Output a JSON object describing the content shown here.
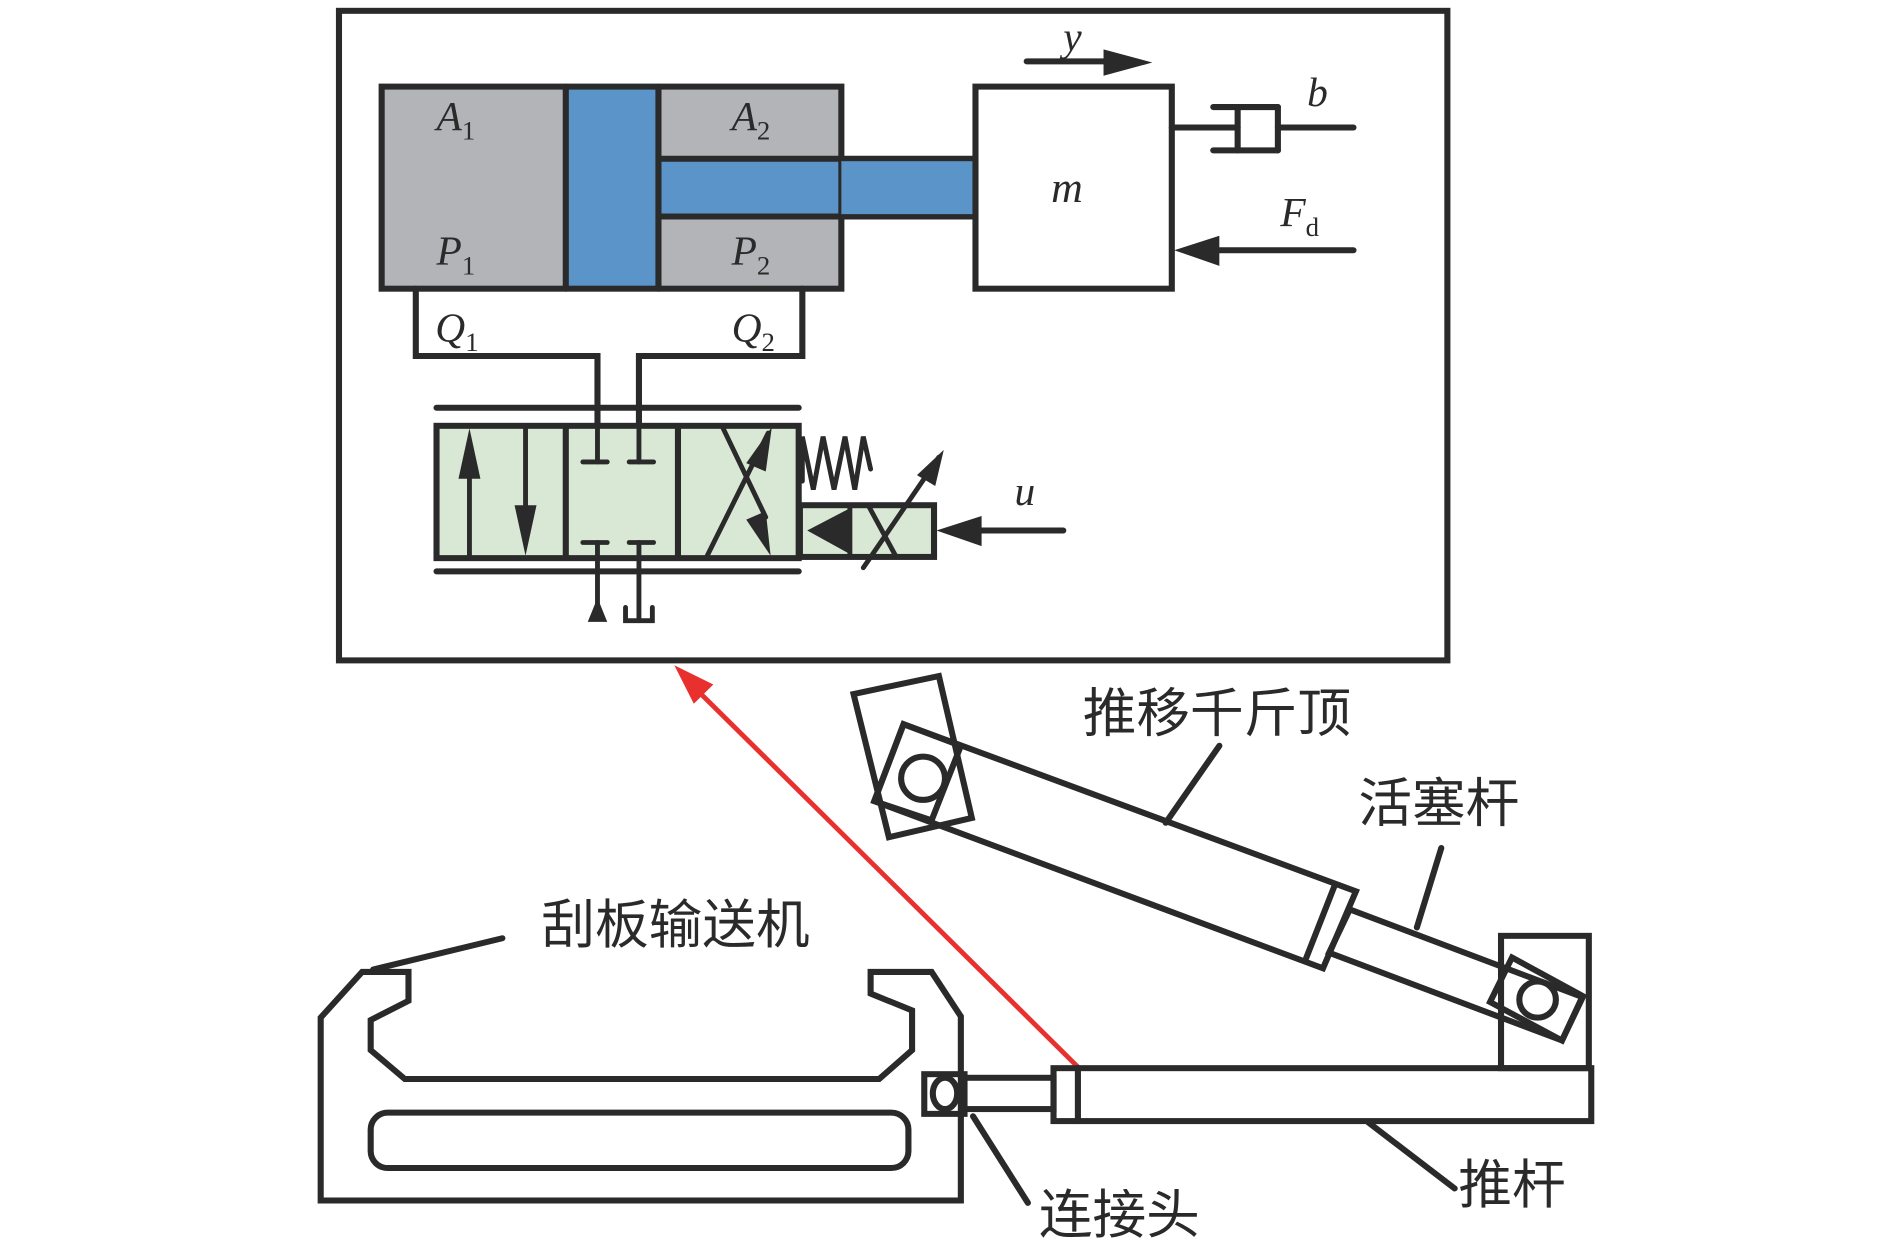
{
  "colors": {
    "outline": "#2b2a2b",
    "chamber": "#b3b4b8",
    "piston": "#5b94c8",
    "mass": "#337f7d",
    "valve": "#d9e8d4",
    "callout": "#e8302f",
    "background": "#ffffff"
  },
  "inset": {
    "chamber_left": {
      "area": "A",
      "area_sub": "1",
      "pressure": "P",
      "pressure_sub": "1",
      "flow": "Q",
      "flow_sub": "1"
    },
    "chamber_right": {
      "area": "A",
      "area_sub": "2",
      "pressure": "P",
      "pressure_sub": "2",
      "flow": "Q",
      "flow_sub": "2"
    },
    "mass_label": "m",
    "displacement_label": "y",
    "damper_label": "b",
    "disturbance_force": "F",
    "disturbance_force_sub": "d",
    "valve_input_label": "u"
  },
  "labels": {
    "jack": "推移千斤顶",
    "piston_rod": "活塞杆",
    "conveyor": "刮板输送机",
    "connector": "连接头",
    "push_rod": "推杆"
  }
}
